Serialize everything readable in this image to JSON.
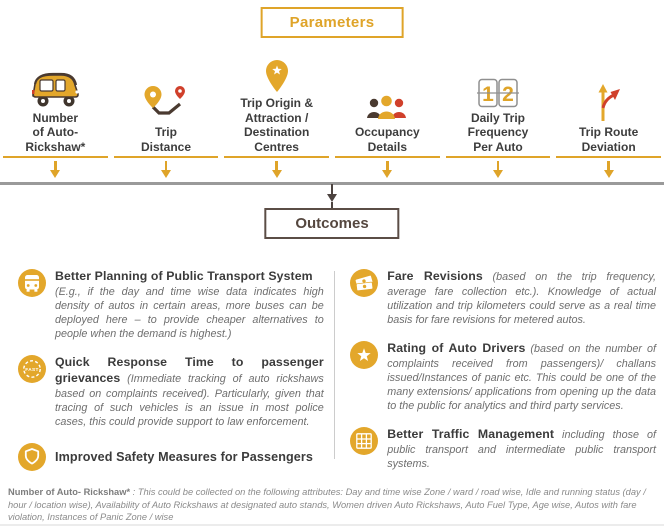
{
  "parameters": {
    "title": "Parameters",
    "items": [
      {
        "label": "Number\nof Auto-\nRickshaw*",
        "icon": "auto-rickshaw-icon"
      },
      {
        "label": "Trip\nDistance",
        "icon": "trip-distance-icon"
      },
      {
        "label": "Trip Origin &\nAttraction /\nDestination\nCentres",
        "icon": "map-pin-star-icon"
      },
      {
        "label": "Occupancy\nDetails",
        "icon": "passengers-icon"
      },
      {
        "label": "Daily Trip\nFrequency\nPer Auto",
        "icon": "flip-counter-icon"
      },
      {
        "label": "Trip Route\nDeviation",
        "icon": "route-fork-icon"
      }
    ],
    "counter_digits": [
      "1",
      "2"
    ]
  },
  "outcomes": {
    "title": "Outcomes",
    "fast_label": "FAST",
    "left": [
      {
        "heading": "Better Planning of Public Transport System",
        "body": "(E.g., if the day and time wise data indicates high density of autos in certain areas, more buses can be deployed here – to provide cheaper alternatives to people when the demand is highest.)"
      },
      {
        "heading": "Quick Response Time to passenger grievances",
        "body": "(Immediate tracking of auto rickshaws based on complaints received). Particularly, given that tracing of such vehicles is an issue in most police cases, this could provide support to law enforcement."
      },
      {
        "heading": "Improved Safety Measures for Passengers",
        "body": ""
      }
    ],
    "right": [
      {
        "heading": "Fare Revisions",
        "body": "(based on the trip frequency, average fare collection etc.). Knowledge of actual utilization and trip kilometers could serve as a real time basis for fare revisions for metered autos."
      },
      {
        "heading": "Rating of Auto Drivers",
        "body": "(based on the number of complaints received from passengers)/ challans issued/Instances of panic etc. This could be one of the many extensions/ applications from opening up the data to the public for analytics and third party services."
      },
      {
        "heading": "Better Traffic Management",
        "body": "including those of public transport and intermediate public transport systems."
      }
    ]
  },
  "footnote": {
    "label": "Number of Auto- Rickshaw*",
    "separator": " : ",
    "text": "This could be collected on the following attributes: Day and time wise Zone / ward / road wise, Idle and running status (day / hour / location wise), Availability of Auto Rickshaws at designated auto stands, Women driven Auto Rickshaws, Auto Fuel Type, Age wise, Autos with fare violation, Instances of Panic Zone / wise"
  },
  "colors": {
    "gold": "#DFA429",
    "dark_text": "#3C3C3C",
    "body_gray": "#6E6E6E",
    "outcomes_brown": "#55473F",
    "red_accent": "#D0402B",
    "line_gray": "#9A9A9A"
  }
}
